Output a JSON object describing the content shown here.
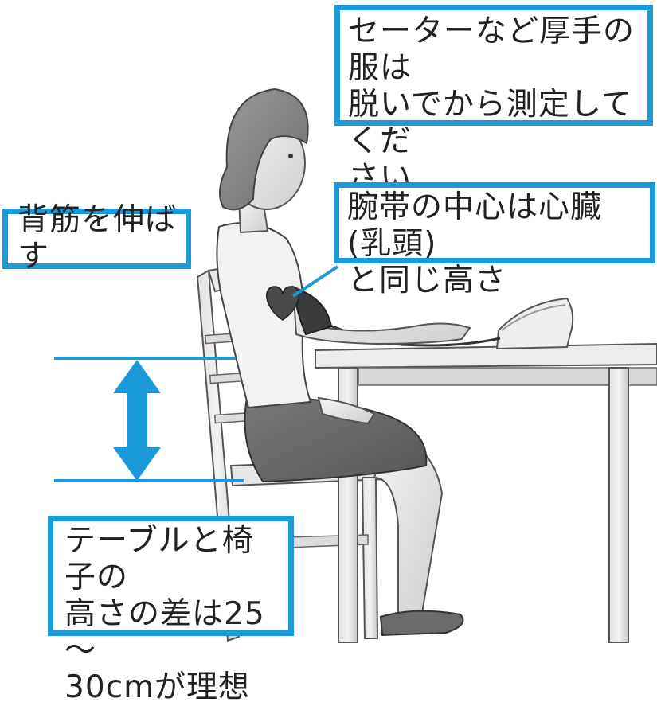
{
  "callouts": {
    "sweater": "セーターなど厚手の服は\n脱いでから測定してくだ\nさい",
    "back": "背筋を伸ばす",
    "cuff": "腕帯の中心は心臓(乳頭)\nと同じ高さ",
    "height": "テーブルと椅子の\n高さの差は25～\n30cmが理想"
  },
  "colors": {
    "accent": "#1a9ad9",
    "heart": "#4a4a4a"
  },
  "icons": {
    "arrow": "double-headed-vertical-arrow",
    "heart": "heart-icon"
  }
}
